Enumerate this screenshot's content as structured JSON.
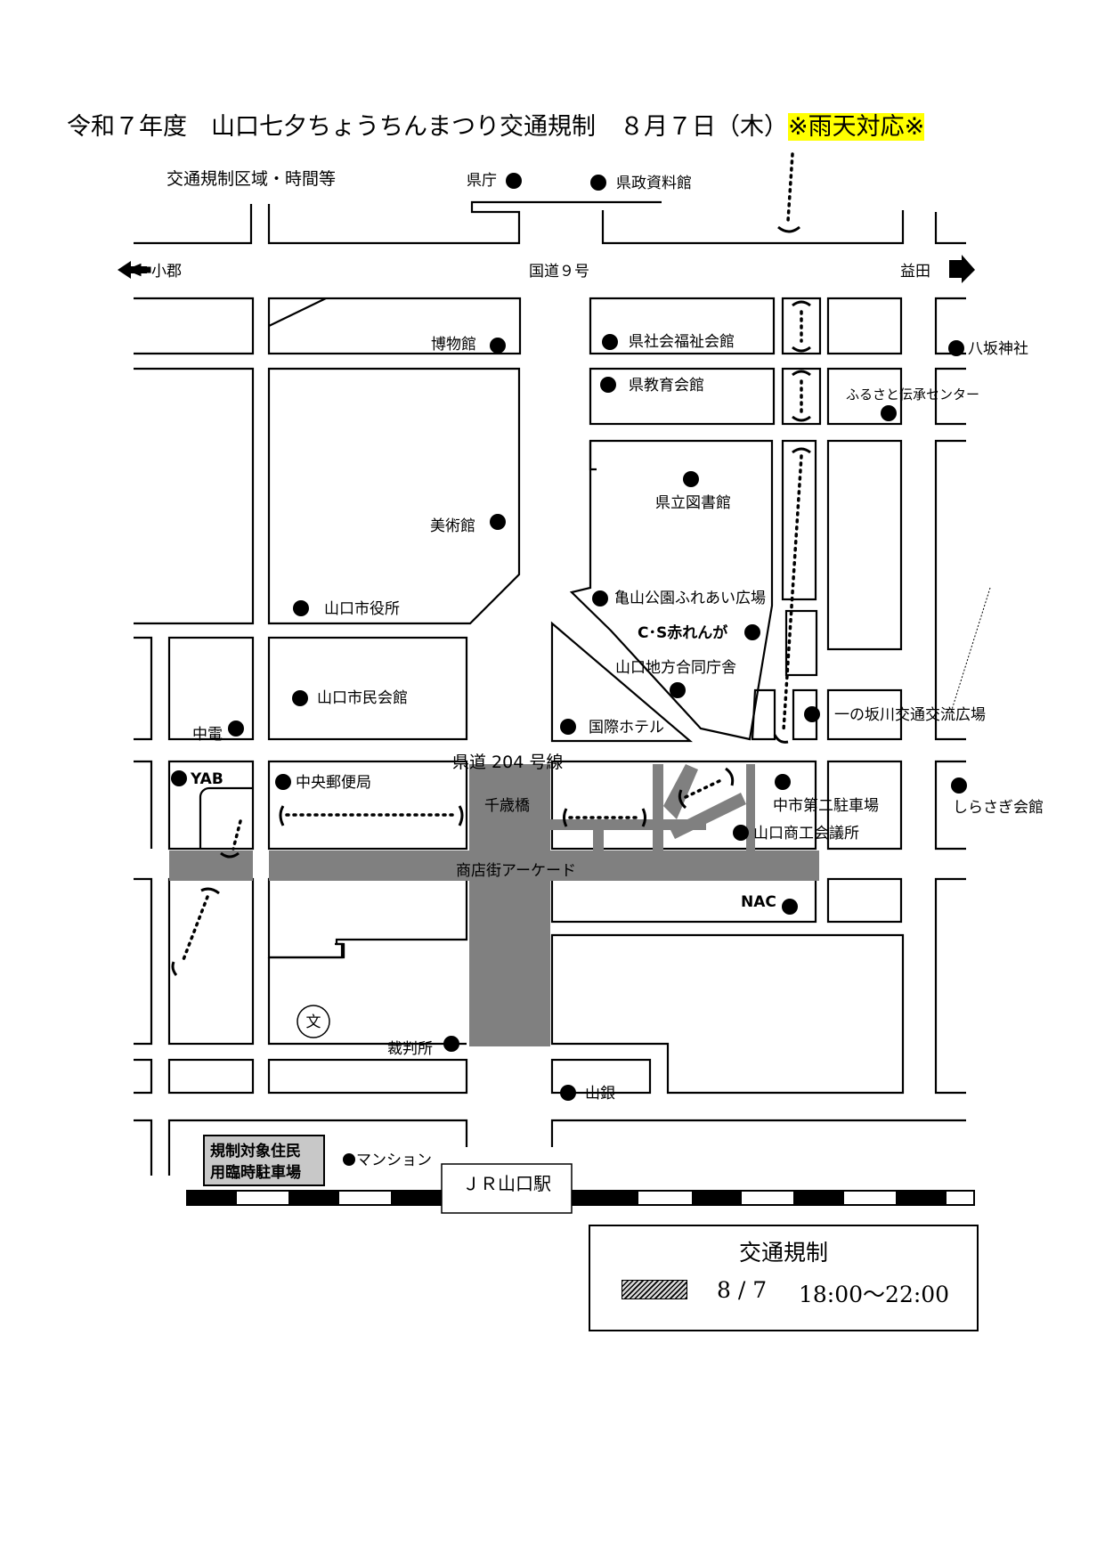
{
  "title_main": "令和７年度　山口七夕ちょうちんまつり交通規制　８月７日（木）",
  "title_highlight": "※雨天対応※",
  "subtitle": "交通規制区域・時間等",
  "roads": {
    "route9": "国道９号",
    "west_dest": "小郡",
    "east_dest": "益田",
    "pref_road": "県道 204 号線",
    "arcade": "商店街アーケード",
    "chitose": "千歳橋"
  },
  "places": {
    "kencho": "県庁",
    "shiryokan": "県政資料館",
    "hakubutsukan": "博物館",
    "shakai": "県社会福祉会館",
    "yasaka": "八坂神社",
    "kyoiku": "県教育会館",
    "furusato": "ふるさと伝承センター",
    "toshokan": "県立図書館",
    "bijutsukan": "美術館",
    "kameyama": "亀山公園ふれあい広場",
    "shiyakusho": "山口市役所",
    "akarenga": "C･S赤れんが",
    "godo": "山口地方合同庁舎",
    "shiminkaikan": "山口市民会館",
    "ichinosaka": "一の坂川交通交流広場",
    "kokusai": "国際ホテル",
    "chuden": "中電",
    "yab": "YAB",
    "yubin": "中央郵便局",
    "chuichi": "中市第二駐車場",
    "shirasagi": "しらさぎ会館",
    "shoko": "山口商工会議所",
    "nac": "NAC",
    "school": "文",
    "saibansho": "裁判所",
    "yamagin": "山銀",
    "mansion": "マンション",
    "station": "ＪＲ山口駅",
    "parking_line1": "規制対象住民",
    "parking_line2": "用臨時駐車場"
  },
  "legend": {
    "title": "交通規制",
    "date": "8 / 7",
    "time": "18:00～22:00"
  },
  "colors": {
    "regulated": "#808080",
    "highlight": "#ffff00",
    "parking_box": "#c8c8c8"
  }
}
